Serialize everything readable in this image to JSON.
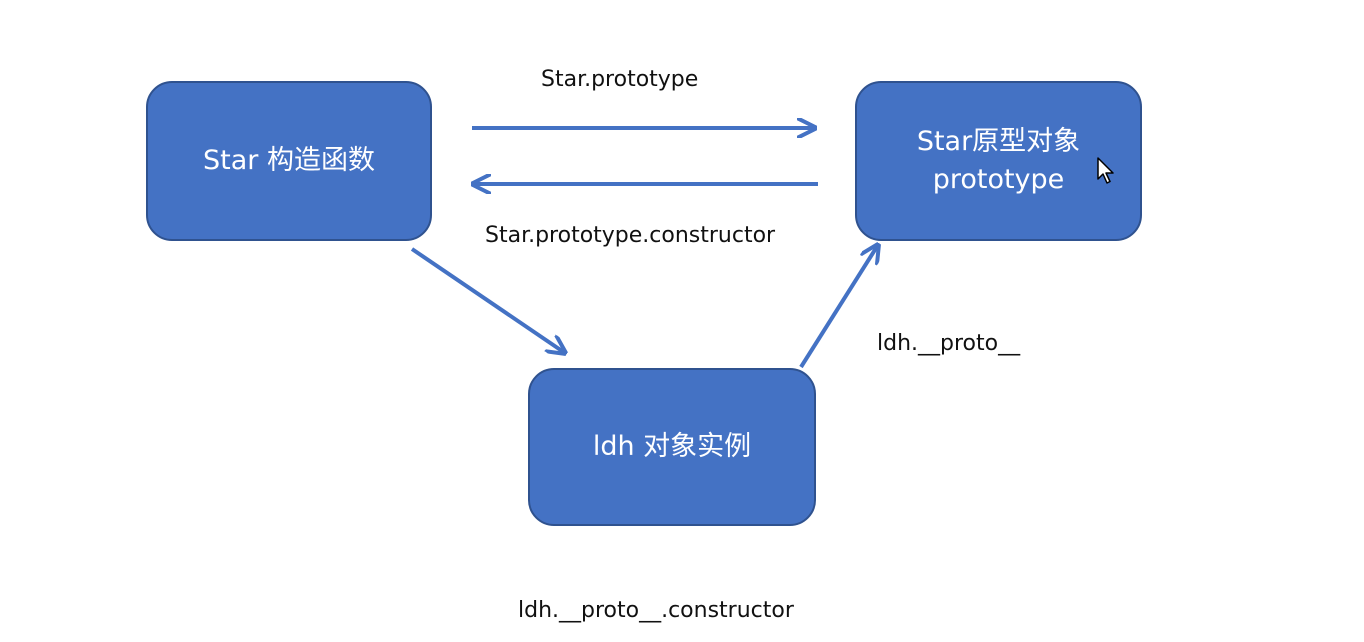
{
  "nodes": {
    "constructor": {
      "label": "Star 构造函数"
    },
    "prototype": {
      "line1": "Star原型对象",
      "line2": "prototype"
    },
    "instance": {
      "label": "ldh 对象实例"
    }
  },
  "edges": {
    "constructor_to_prototype": "Star.prototype",
    "prototype_to_constructor": "Star.prototype.constructor",
    "instance_to_prototype": "ldh.__proto__",
    "instance_constructor": "ldh.__proto__.constructor"
  },
  "colors": {
    "node_fill": "#4472c4",
    "node_border": "#2f528f",
    "arrow": "#4472c4",
    "node_text": "#ffffff",
    "label_text": "#111111"
  },
  "icons": {
    "cursor": "mouse-pointer-icon"
  }
}
